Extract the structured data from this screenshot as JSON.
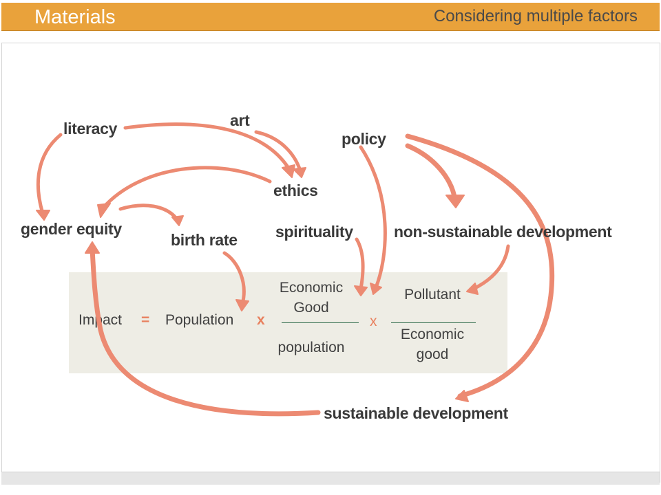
{
  "header": {
    "title": "Materials",
    "subtitle": "Considering multiple factors"
  },
  "colors": {
    "header_bg": "#e9a23b",
    "arrow": "#ec8a72",
    "equation_box": "#eeede5",
    "operator": "#e8805e"
  },
  "diagram": {
    "nodes": {
      "literacy": "literacy",
      "art": "art",
      "policy": "policy",
      "ethics": "ethics",
      "gender_equity": "gender equity",
      "birth_rate": "birth rate",
      "spirituality": "spirituality",
      "non_sustainable": "non-sustainable development",
      "sustainable": "sustainable development"
    },
    "equation": {
      "impact": "Impact",
      "equals": "=",
      "population": "Population",
      "times_1": "x",
      "frac1_num_1": "Economic",
      "frac1_num_2": "Good",
      "frac1_den": "population",
      "times_2": "x",
      "frac2_num": "Pollutant",
      "frac2_den_1": "Economic",
      "frac2_den_2": "good"
    },
    "edges": [
      {
        "from": "literacy",
        "to": "gender equity"
      },
      {
        "from": "literacy",
        "to": "ethics"
      },
      {
        "from": "art",
        "to": "ethics"
      },
      {
        "from": "ethics",
        "to": "gender equity"
      },
      {
        "from": "gender equity",
        "to": "birth rate"
      },
      {
        "from": "birth rate",
        "to": "Population"
      },
      {
        "from": "spirituality",
        "to": "Economic Good"
      },
      {
        "from": "policy",
        "to": "Economic Good"
      },
      {
        "from": "policy",
        "to": "non-sustainable development"
      },
      {
        "from": "policy",
        "to": "sustainable development"
      },
      {
        "from": "non-sustainable development",
        "to": "Pollutant"
      },
      {
        "from": "sustainable development",
        "to": "gender equity"
      }
    ]
  }
}
